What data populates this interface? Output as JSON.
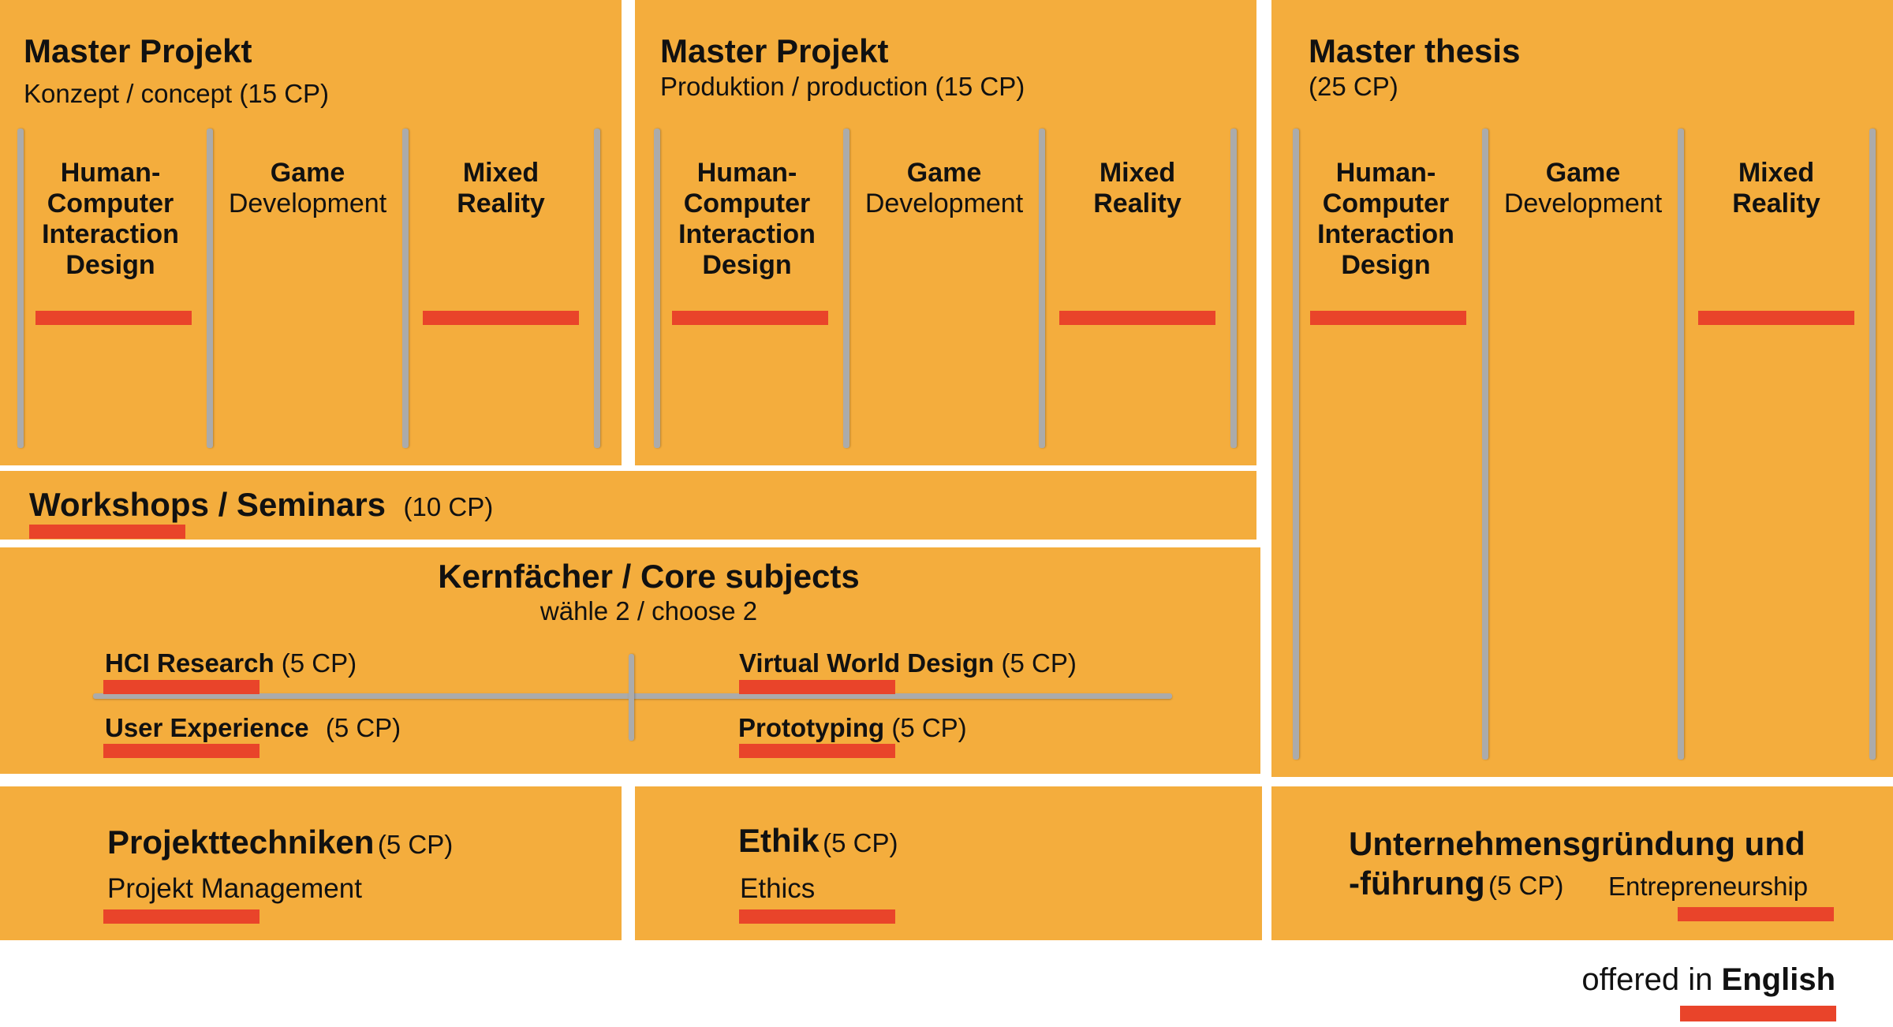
{
  "colors": {
    "box": "#F4AD3D",
    "english_marker": "#E9442A",
    "divider": "#ABABAB",
    "background": "#ffffff"
  },
  "concept": {
    "title": "Master Projekt",
    "subtitle": "Konzept / concept (15 CP)",
    "columns": [
      {
        "label": "Human-Computer Interaction Design",
        "english": true
      },
      {
        "label": "Game Development",
        "english": false
      },
      {
        "label": "Mixed Reality",
        "english": true
      }
    ]
  },
  "production": {
    "title": "Master Projekt",
    "subtitle": "Produktion / production (15 CP)",
    "columns": [
      {
        "label": "Human-Computer Interaction Design",
        "english": true
      },
      {
        "label": "Game Development",
        "english": false
      },
      {
        "label": "Mixed Reality",
        "english": true
      }
    ]
  },
  "thesis": {
    "title": "Master thesis",
    "subtitle": "(25 CP)",
    "columns": [
      {
        "label": "Human-Computer Interaction Design",
        "english": true
      },
      {
        "label": "Game Development",
        "english": false
      },
      {
        "label": "Mixed Reality",
        "english": true
      }
    ]
  },
  "workshops": {
    "title": "Workshops / Seminars",
    "cp": "(10 CP)",
    "english": true
  },
  "core": {
    "title": "Kernfächer / Core subjects",
    "subtitle": "wähle 2 / choose 2",
    "subjects": [
      {
        "name": "HCI Research",
        "cp": "(5 CP)",
        "english": true
      },
      {
        "name": "User Experience",
        "cp": "(5 CP)",
        "english": true
      },
      {
        "name": "Virtual World Design",
        "cp": "(5 CP)",
        "english": true
      },
      {
        "name": "Prototyping",
        "cp": "(5 CP)",
        "english": true
      }
    ]
  },
  "projekttechniken": {
    "title": "Projekttechniken",
    "cp": "(5 CP)",
    "subtitle": "Projekt Management",
    "english": true
  },
  "ethik": {
    "title": "Ethik",
    "cp": "(5 CP)",
    "subtitle": "Ethics",
    "english": true
  },
  "entrepreneurship": {
    "title_line1": "Unternehmensgründung und",
    "title_line2": "-führung",
    "cp": "(5 CP)",
    "subtitle": "Entrepreneurship",
    "english": true
  },
  "legend": {
    "prefix": "offered in",
    "highlight": "English"
  }
}
